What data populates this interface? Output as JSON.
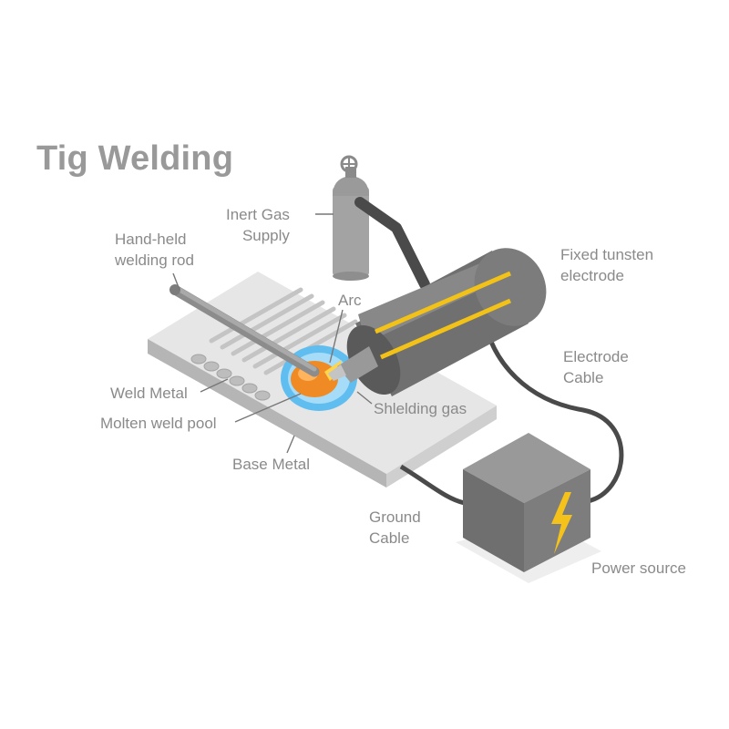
{
  "title": "Tig Welding",
  "labels": {
    "inert_gas_line1": "Inert Gas",
    "inert_gas_line2": "Supply",
    "rod_line1": "Hand-held",
    "rod_line2": "welding rod",
    "electrode_line1": "Fixed tunsten",
    "electrode_line2": "electrode",
    "arc": "Arc",
    "electrode_cable_line1": "Electrode",
    "electrode_cable_line2": "Cable",
    "weld_metal": "Weld Metal",
    "shielding_gas": "Shlelding gas",
    "molten_pool": "Molten weld pool",
    "base_metal": "Base Metal",
    "ground_cable_line1": "Ground",
    "ground_cable_line2": "Cable",
    "power_source": "Power source"
  },
  "colors": {
    "title": "#999999",
    "label": "#8a8a8a",
    "metal_light": "#e4e4e4",
    "metal_mid": "#c9c9c9",
    "metal_dark": "#a9a9a9",
    "torch": "#6b6b6b",
    "cable": "#4a4a4a",
    "stripe": "#f2c218",
    "shield": "#55b8ee",
    "pool": "#f08a24",
    "bolt": "#f4c21a"
  }
}
